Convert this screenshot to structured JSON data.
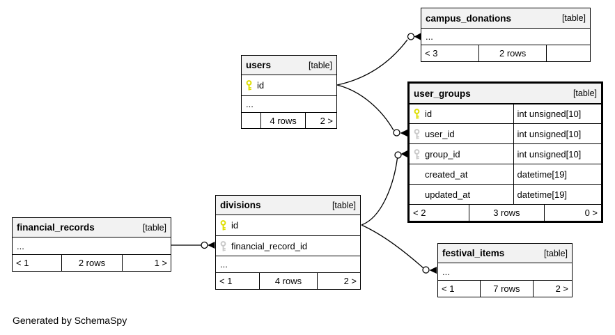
{
  "footer_note": "Generated by SchemaSpy",
  "colors": {
    "primary_key": "#dede00",
    "foreign_key": "#c9c9c9",
    "header_bg": "#f2f2f2",
    "border": "#000000"
  },
  "tables": [
    {
      "name": "campus_donations",
      "tag": "[table]",
      "rows": [
        {
          "label": "...",
          "key": "none"
        }
      ],
      "footer": {
        "left": "< 3",
        "center": "2 rows",
        "right": ""
      }
    },
    {
      "name": "users",
      "tag": "[table]",
      "rows": [
        {
          "label": "id",
          "key": "primary"
        },
        {
          "label": "...",
          "key": "none"
        }
      ],
      "footer": {
        "left": "",
        "center": "4 rows",
        "right": "2 >"
      }
    },
    {
      "name": "user_groups",
      "tag": "[table]",
      "rows": [
        {
          "label": "id",
          "type": "int unsigned[10]",
          "key": "primary"
        },
        {
          "label": "user_id",
          "type": "int unsigned[10]",
          "key": "foreign"
        },
        {
          "label": "group_id",
          "type": "int unsigned[10]",
          "key": "foreign"
        },
        {
          "label": "created_at",
          "type": "datetime[19]",
          "key": "none"
        },
        {
          "label": "updated_at",
          "type": "datetime[19]",
          "key": "none"
        }
      ],
      "footer": {
        "left": "< 2",
        "center": "3 rows",
        "right": "0 >"
      }
    },
    {
      "name": "divisions",
      "tag": "[table]",
      "rows": [
        {
          "label": "id",
          "key": "primary"
        },
        {
          "label": "financial_record_id",
          "key": "foreign"
        },
        {
          "label": "...",
          "key": "none"
        }
      ],
      "footer": {
        "left": "< 1",
        "center": "4 rows",
        "right": "2 >"
      }
    },
    {
      "name": "financial_records",
      "tag": "[table]",
      "rows": [
        {
          "label": "...",
          "key": "none"
        }
      ],
      "footer": {
        "left": "< 1",
        "center": "2 rows",
        "right": "1 >"
      }
    },
    {
      "name": "festival_items",
      "tag": "[table]",
      "rows": [
        {
          "label": "...",
          "key": "none"
        }
      ],
      "footer": {
        "left": "< 1",
        "center": "7 rows",
        "right": "2 >"
      }
    }
  ],
  "relationships": [
    {
      "from": "users.id",
      "to": "campus_donations"
    },
    {
      "from": "users.id",
      "to": "user_groups.user_id"
    },
    {
      "from": "divisions.id",
      "to": "user_groups.group_id"
    },
    {
      "from": "divisions.id",
      "to": "festival_items"
    },
    {
      "from": "financial_records",
      "to": "divisions.financial_record_id"
    }
  ]
}
